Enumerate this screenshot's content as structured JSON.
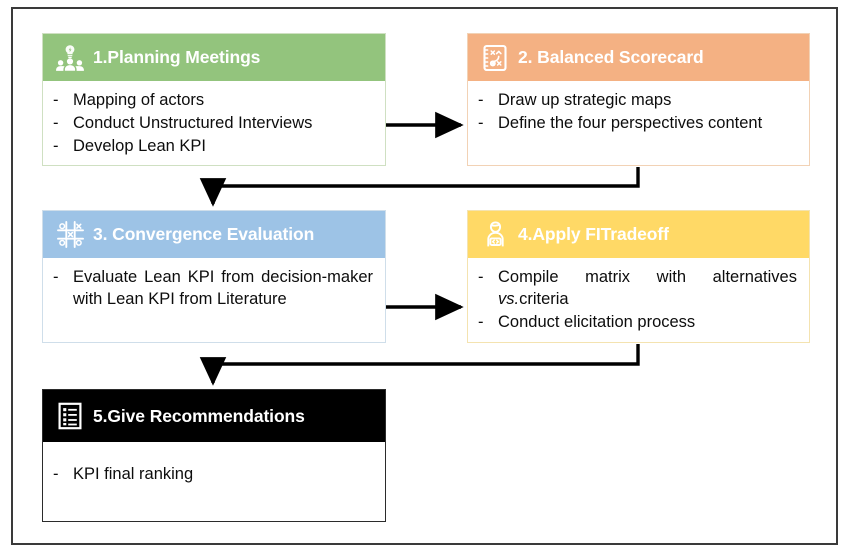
{
  "figure": {
    "title": "Lean KPI decision methodology flowchart",
    "frame_color": "#3a3a3a"
  },
  "steps": [
    {
      "id": "step-1",
      "number": "1.",
      "title": "1.Planning Meetings",
      "icon": "people-lightbulb-icon",
      "header_color": "#93c47d",
      "border_color": "#cfe0c2",
      "title_color": "#ffffff",
      "bullets": [
        {
          "dash": "-",
          "text": "Mapping of actors"
        },
        {
          "dash": "-",
          "text": "Conduct Unstructured Interviews"
        },
        {
          "dash": "-",
          "text": "Develop Lean KPI"
        }
      ]
    },
    {
      "id": "step-2",
      "number": "2.",
      "title": "2. Balanced Scorecard",
      "icon": "strategy-playbook-icon",
      "header_color": "#f4b183",
      "border_color": "#f2d2b5",
      "title_color": "#ffffff",
      "bullets": [
        {
          "dash": "-",
          "text": "Draw up strategic maps"
        },
        {
          "dash": "-",
          "text": "Define the four perspectives content"
        }
      ]
    },
    {
      "id": "step-3",
      "number": "3.",
      "title": "3. Convergence Evaluation",
      "icon": "tic-tac-toe-grid-icon",
      "header_color": "#9dc3e6",
      "border_color": "#cfdeea",
      "title_color": "#ffffff",
      "bullets": [
        {
          "dash": "-",
          "text": "Evaluate Lean KPI from decision-maker with Lean KPI from Literature"
        }
      ]
    },
    {
      "id": "step-4",
      "number": "4.",
      "title": "4.Apply FITradeoff",
      "icon": "analyst-laptop-icon",
      "header_color": "#ffd966",
      "border_color": "#f4e3b0",
      "title_color": "#ffffff",
      "bullets": [
        {
          "dash": "-",
          "text_pre": "Compile matrix with alternatives ",
          "text_italic": "vs.",
          "text_post": "criteria"
        },
        {
          "dash": "-",
          "text": "Conduct elicitation process"
        }
      ]
    },
    {
      "id": "step-5",
      "number": "5.",
      "title": "5.Give Recommendations",
      "icon": "checklist-document-icon",
      "header_color": "#000000",
      "border_color": "#2b2b2b",
      "title_color": "#ffffff",
      "bullets": [
        {
          "dash": "-",
          "text": "KPI final ranking"
        }
      ]
    }
  ],
  "connectors": [
    {
      "name": "connector-step1-to-step2",
      "from": "step-1",
      "to": "step-2",
      "shape": "straight-right-arrow"
    },
    {
      "name": "connector-step2-to-step3",
      "from": "step-2",
      "to": "step-3",
      "shape": "down-left-down-arrow"
    },
    {
      "name": "connector-step3-to-step4",
      "from": "step-3",
      "to": "step-4",
      "shape": "straight-right-arrow"
    },
    {
      "name": "connector-step4-to-step5",
      "from": "step-4",
      "to": "step-5",
      "shape": "down-left-down-arrow"
    }
  ]
}
